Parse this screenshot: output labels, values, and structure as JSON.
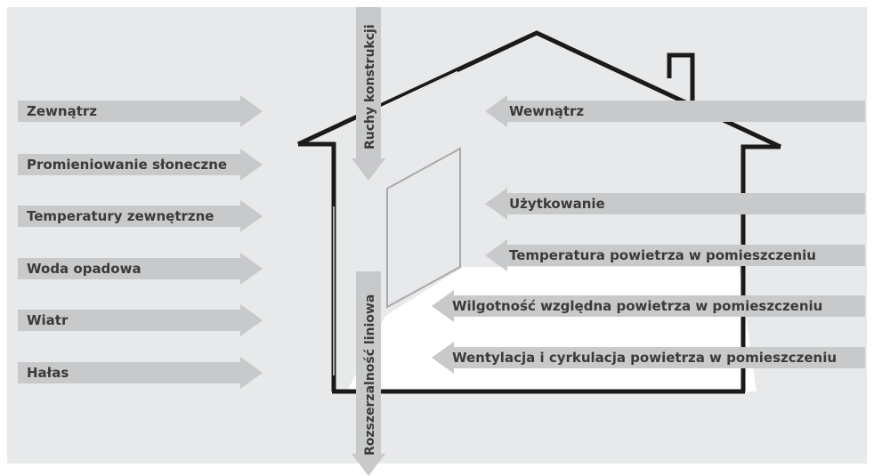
{
  "colors": {
    "background": "#e8e9ea",
    "arrow": "#c8c9ca",
    "house_stroke": "#1a1a1a",
    "light_beam": "#ffffff",
    "text": "#3a3a3a"
  },
  "outside_labels": [
    "Zewnątrz",
    "Promieniowanie słoneczne",
    "Temperatury zewnętrzne",
    "Woda opadowa",
    "Wiatr",
    "Hałas"
  ],
  "inside_labels": [
    "Wewnątrz",
    "Użytkowanie",
    "Temperatura powietrza w pomieszczeniu",
    "Wilgotność względna powietrza w pomieszczeniu",
    "Wentylacja i cyrkulacja powietrza w pomieszczeniu"
  ],
  "vertical_labels": {
    "top": "Ruchy konstrukcji",
    "bottom": "Rozszerzalność liniowa"
  }
}
